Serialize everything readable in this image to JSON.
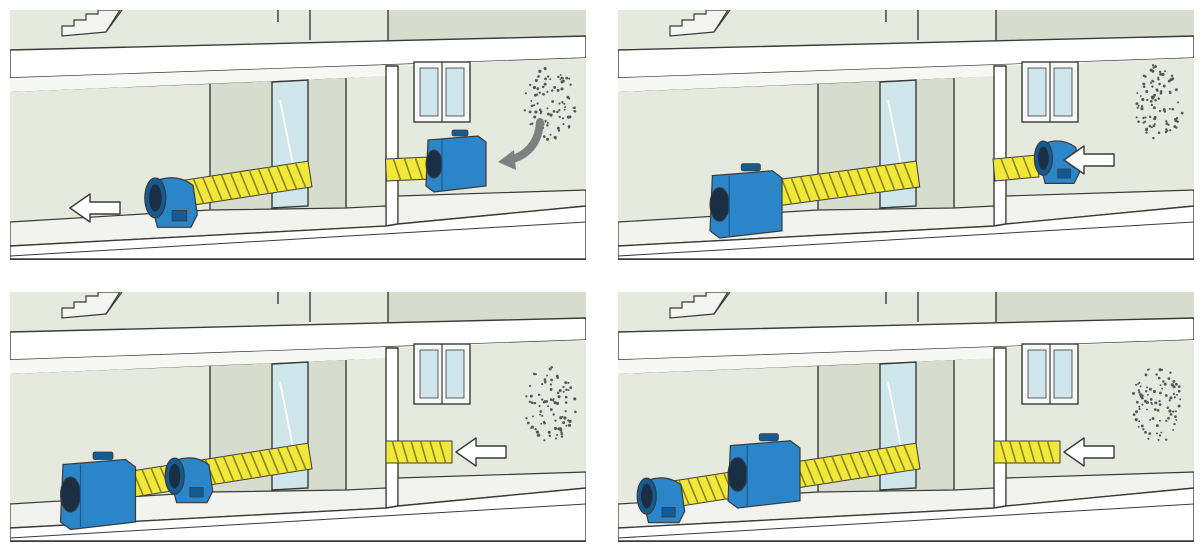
{
  "colors": {
    "wall": "#e6e9de",
    "wall_shade": "#d8dccd",
    "floor": "#f2f3ee",
    "slab": "#ffffff",
    "outline": "#3a3a3a",
    "unit_blue": "#2a86c8",
    "unit_blue_dark": "#165a92",
    "hose_yellow": "#f2e83a",
    "hose_rib": "#8a8420",
    "glass": "#cfe6ea",
    "arrow_fill": "#ffffff",
    "curved_arrow": "#808080",
    "dust": "#555555"
  },
  "panels": [
    {
      "id": "top-left",
      "dust_cloud": true,
      "curved_arrow": true,
      "right_arrow": false,
      "exhaust_arrow": true,
      "main_units": [
        {
          "kind": "fan",
          "position": "left"
        }
      ],
      "intake_unit": "box-fan"
    },
    {
      "id": "top-right",
      "dust_cloud": true,
      "curved_arrow": false,
      "right_arrow": true,
      "exhaust_arrow": false,
      "main_units": [
        {
          "kind": "box",
          "position": "left"
        }
      ],
      "intake_unit": "fan"
    },
    {
      "id": "bottom-left",
      "dust_cloud": true,
      "curved_arrow": false,
      "right_arrow": true,
      "exhaust_arrow": false,
      "main_units": [
        {
          "kind": "box",
          "position": "left"
        },
        {
          "kind": "fan",
          "position": "middle"
        }
      ],
      "intake_unit": "none"
    },
    {
      "id": "bottom-right",
      "dust_cloud": true,
      "curved_arrow": false,
      "right_arrow": true,
      "exhaust_arrow": false,
      "main_units": [
        {
          "kind": "fan",
          "position": "left"
        },
        {
          "kind": "box",
          "position": "middle"
        }
      ],
      "intake_unit": "none"
    }
  ]
}
